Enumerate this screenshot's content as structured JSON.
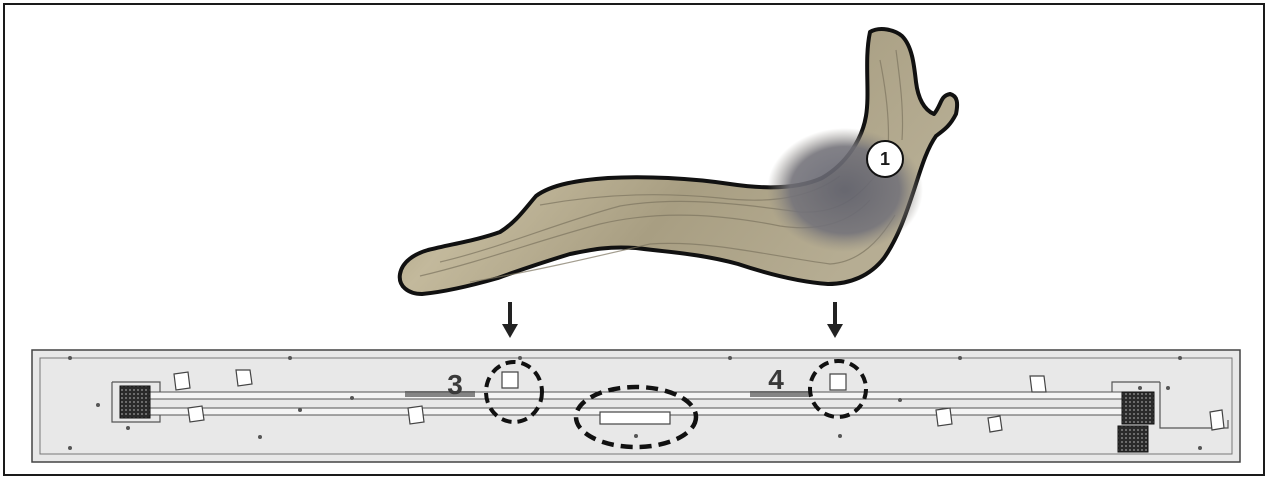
{
  "callouts": {
    "driftwood_marker": "1",
    "bracket_left": "3",
    "bracket_right": "4"
  },
  "colors": {
    "wood_light": "#b9b095",
    "wood_mid": "#9c9276",
    "wood_dark_patch": "#6e6e78",
    "wood_outline": "#111111",
    "panel_fill": "#e6e6e6",
    "panel_stroke": "#444444",
    "grille": "#2a2a2a"
  },
  "icons": {
    "arrow": "down-arrow-icon",
    "grille": "mesh-grille-icon",
    "highlight": "dashed-ellipse"
  }
}
